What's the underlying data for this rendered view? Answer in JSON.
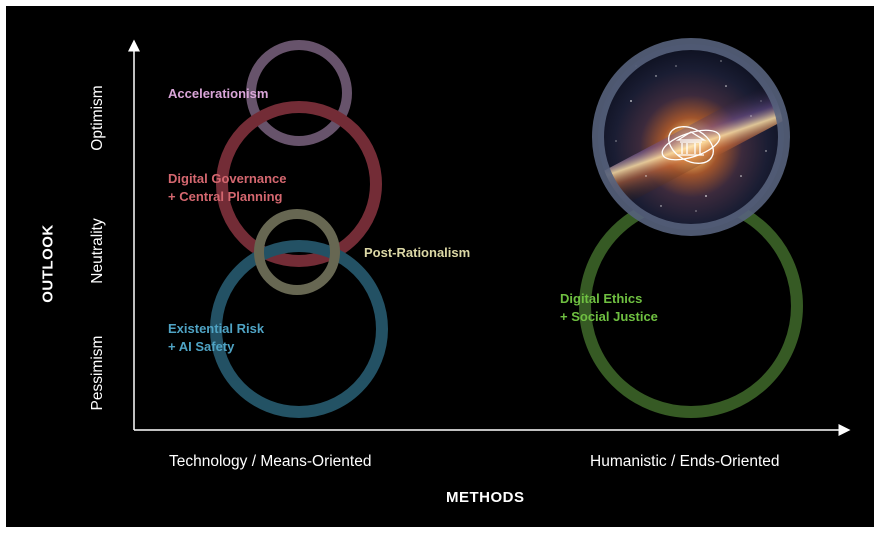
{
  "axes": {
    "x_title": "METHODS",
    "y_title": "OUTLOOK",
    "x_ticks": [
      "Technology / Means-Oriented",
      "Humanistic / Ends-Oriented"
    ],
    "y_ticks": [
      "Optimism",
      "Neutrality",
      "Pessimism"
    ]
  },
  "nodes": [
    {
      "id": "accelerationism",
      "label": "Accelerationism",
      "color": "#d9a5d8",
      "ring_color": "#8a6f8f"
    },
    {
      "id": "digital-governance",
      "label": "Digital Governance\n+ Central Planning",
      "color": "#d4676f",
      "ring_color": "#9a3b48"
    },
    {
      "id": "post-rationalism",
      "label": "Post-Rationalism",
      "color": "#dcd8a6",
      "ring_color": "#8a8a6e"
    },
    {
      "id": "existential-risk",
      "label": "Existential Risk\n+ AI Safety",
      "color": "#4fa3c4",
      "ring_color": "#2f6d86"
    },
    {
      "id": "digital-ethics",
      "label": "Digital Ethics\n+ Social Justice",
      "color": "#6fc041",
      "ring_color": "#3f6a2a"
    },
    {
      "id": "galaxy-ring",
      "label": "",
      "color": "#ffffff",
      "ring_color": "#56627c"
    }
  ],
  "icons": [
    "institution-orbit-icon"
  ]
}
